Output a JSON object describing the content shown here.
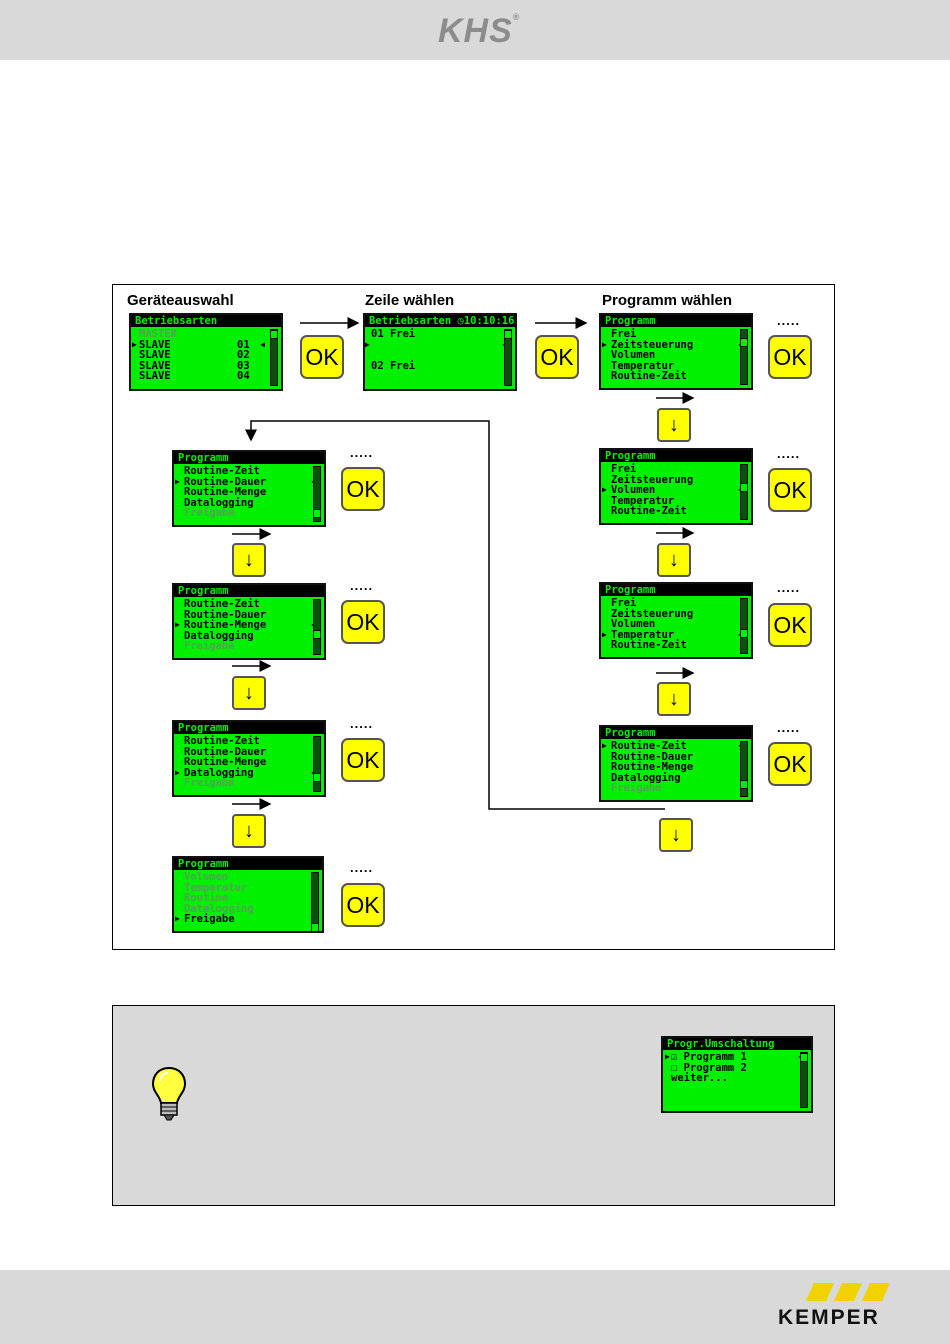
{
  "header": {
    "logo_text": "KHS",
    "logo_reg": "®"
  },
  "diagram": {
    "title_device": "Geräteauswahl",
    "title_row": "Zeile wählen",
    "title_program": "Programm wählen",
    "ok_label": "OK",
    "dots": ".....",
    "down_glyph": "↓",
    "lcd_device": {
      "title": "Betriebsarten",
      "rows": [
        {
          "text": "MASTER",
          "num": ""
        },
        {
          "text": "SLAVE",
          "num": "01"
        },
        {
          "text": "SLAVE",
          "num": "02"
        },
        {
          "text": "SLAVE",
          "num": "03"
        },
        {
          "text": "SLAVE",
          "num": "04"
        }
      ]
    },
    "lcd_row": {
      "title": "Betriebsarten",
      "time": "◷10:10:16",
      "rows": [
        "01 Frei",
        "",
        "",
        "02 Frei"
      ]
    },
    "program_title": "Programm",
    "program_list_a": [
      "Frei",
      "Zeitsteuerung",
      "Volumen",
      "Temperatur",
      "Routine-Zeit"
    ],
    "program_list_b": [
      "Routine-Zeit",
      "Routine-Dauer",
      "Routine-Menge",
      "Datalogging",
      "Freigabe"
    ],
    "program_list_c": [
      "Volumen",
      "Temperatur",
      "Routine",
      "Datalogging",
      "Freigabe"
    ]
  },
  "info": {
    "lcd": {
      "title": "Progr.Umschaltung",
      "rows": [
        "☑ Programm 1",
        "☐ Programm 2",
        "weiter..."
      ]
    }
  },
  "footer": {
    "brand": "KEMPER"
  },
  "colors": {
    "lcd_green": "#00f000",
    "button_yellow": "#ffff00",
    "band_gray": "#d9d9d9"
  }
}
